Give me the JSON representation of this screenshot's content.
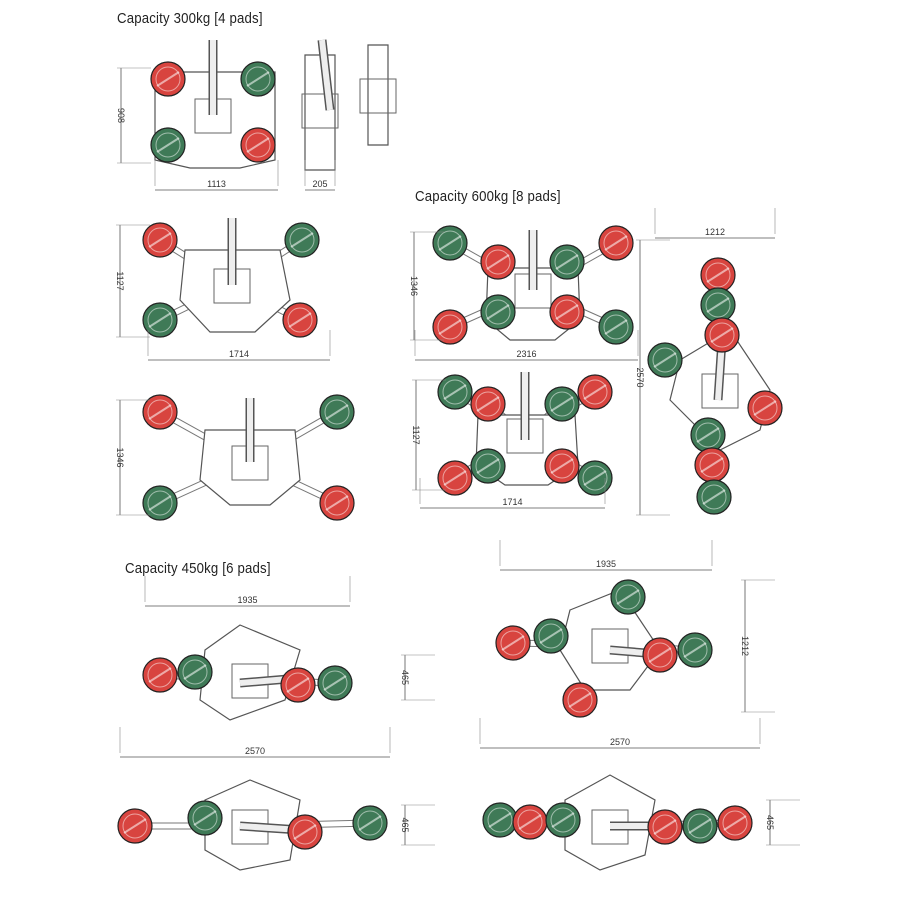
{
  "sections": {
    "cap300": "Capacity 300kg [4 pads]",
    "cap600": "Capacity 600kg [8 pads]",
    "cap450": "Capacity 450kg [6 pads]"
  },
  "colors": {
    "pad_red": "#d8443f",
    "pad_green": "#3f7a57",
    "line": "#555555"
  },
  "diagrams": [
    {
      "name": "300kg-top-view",
      "dims": [
        "908",
        "1113"
      ]
    },
    {
      "name": "300kg-side-view",
      "dims": [
        "205"
      ]
    },
    {
      "name": "300kg-end-view",
      "dims": []
    },
    {
      "name": "300kg-extended-a",
      "dims": [
        "1127",
        "1714"
      ]
    },
    {
      "name": "300kg-extended-b",
      "dims": [
        "1346"
      ]
    },
    {
      "name": "600kg-top-view",
      "dims": [
        "1346",
        "2316"
      ]
    },
    {
      "name": "600kg-compact-view",
      "dims": [
        "1127",
        "1714"
      ]
    },
    {
      "name": "600kg-rotated-view",
      "dims": [
        "1212",
        "2570"
      ]
    },
    {
      "name": "450kg-view-a",
      "dims": [
        "1935",
        "465"
      ]
    },
    {
      "name": "450kg-view-b",
      "dims": [
        "1935",
        "1212"
      ]
    },
    {
      "name": "450kg-view-c",
      "dims": [
        "2570",
        "465"
      ]
    },
    {
      "name": "450kg-view-d",
      "dims": [
        "2570",
        "465"
      ]
    }
  ]
}
